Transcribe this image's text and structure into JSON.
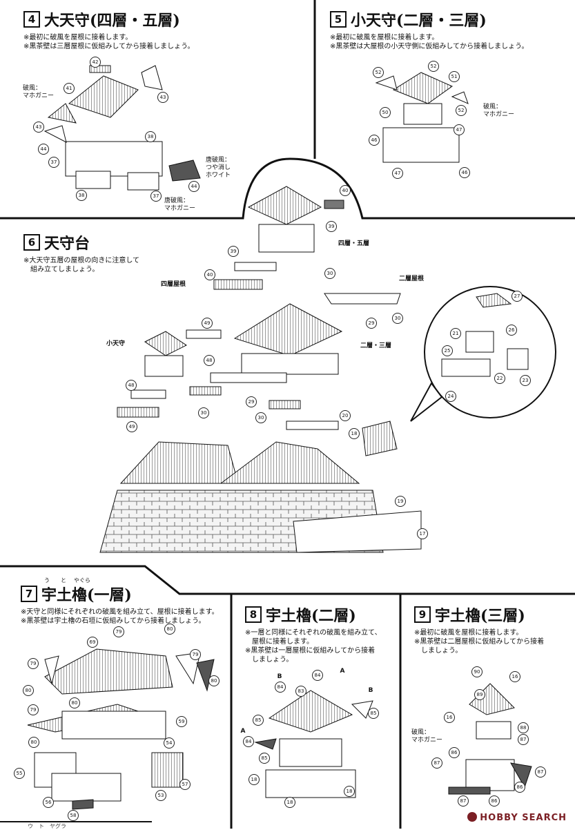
{
  "sections": {
    "s4": {
      "num": "4",
      "title": "大天守(四層・五層)",
      "notes": [
        "※最初に破風を屋根に接着します。",
        "※黒茶壁は三層屋根に仮組みしてから接着しましょう。"
      ],
      "labels": [
        "破風：\nマホガニー",
        "唐破風：\nつや消し\nホワイト",
        "唐破風：\nマホガニー"
      ],
      "parts": [
        "42",
        "41",
        "43",
        "43",
        "44",
        "37",
        "38",
        "38",
        "37",
        "44"
      ]
    },
    "s5": {
      "num": "5",
      "title": "小天守(二層・三層)",
      "notes": [
        "※最初に破風を屋根に接着します。",
        "※黒茶壁は大屋根の小天守側に仮組みしてから接着しましょう。"
      ],
      "labels": [
        "破風：\nマホガニー"
      ],
      "parts": [
        "52",
        "52",
        "51",
        "50",
        "52",
        "47",
        "46",
        "47",
        "46"
      ]
    },
    "s6": {
      "num": "6",
      "title": "天守台",
      "notes": [
        "※大天守五層の屋根の向きに注意して",
        "　組み立てしましょう。"
      ],
      "callouts": [
        "四層・五層",
        "四層屋根",
        "二層屋根",
        "小天守",
        "二層・三層"
      ],
      "parts": [
        "40",
        "39",
        "39",
        "40",
        "30",
        "30",
        "29",
        "49",
        "48",
        "48",
        "29",
        "30",
        "30",
        "49",
        "20",
        "18",
        "19",
        "17",
        "27",
        "26",
        "21",
        "25",
        "22",
        "23",
        "24"
      ]
    },
    "s7": {
      "num": "7",
      "title": "宇土櫓(一層)",
      "ruby": [
        "う",
        "と",
        "やぐら"
      ],
      "notes": [
        "※天守と同様にそれぞれの破風を組み立て、屋根に接着します。",
        "※黒茶壁は宇土櫓の石垣に仮組みしてから接着しましょう。"
      ],
      "parts": [
        "79",
        "80",
        "69",
        "79",
        "80",
        "80",
        "79",
        "80",
        "79",
        "59",
        "54",
        "80",
        "55",
        "56",
        "58",
        "53",
        "57"
      ]
    },
    "s8": {
      "num": "8",
      "title": "宇土櫓(二層)",
      "notes": [
        "※一層と同様にそれぞれの破風を組み立て、",
        "　屋根に接着します。",
        "※黒茶壁は一層屋根に仮組みしてから接着",
        "　しましょう。"
      ],
      "parts": [
        "B",
        "84",
        "83",
        "84",
        "A",
        "B",
        "85",
        "85",
        "A",
        "84",
        "85",
        "18",
        "18",
        "18"
      ]
    },
    "s9": {
      "num": "9",
      "title": "宇土櫓(三層)",
      "notes": [
        "※最初に破風を屋根に接着します。",
        "※黒茶壁は二層屋根に仮組みしてから接着",
        "　しましょう。"
      ],
      "labels": [
        "破風：\nマホガニー"
      ],
      "parts": [
        "90",
        "16",
        "89",
        "16",
        "88",
        "87",
        "86",
        "87",
        "87",
        "86",
        "87",
        "86"
      ]
    }
  },
  "watermark": "HOBBY SEARCH",
  "bottom_text": "ウ　ト　ヤグラ"
}
